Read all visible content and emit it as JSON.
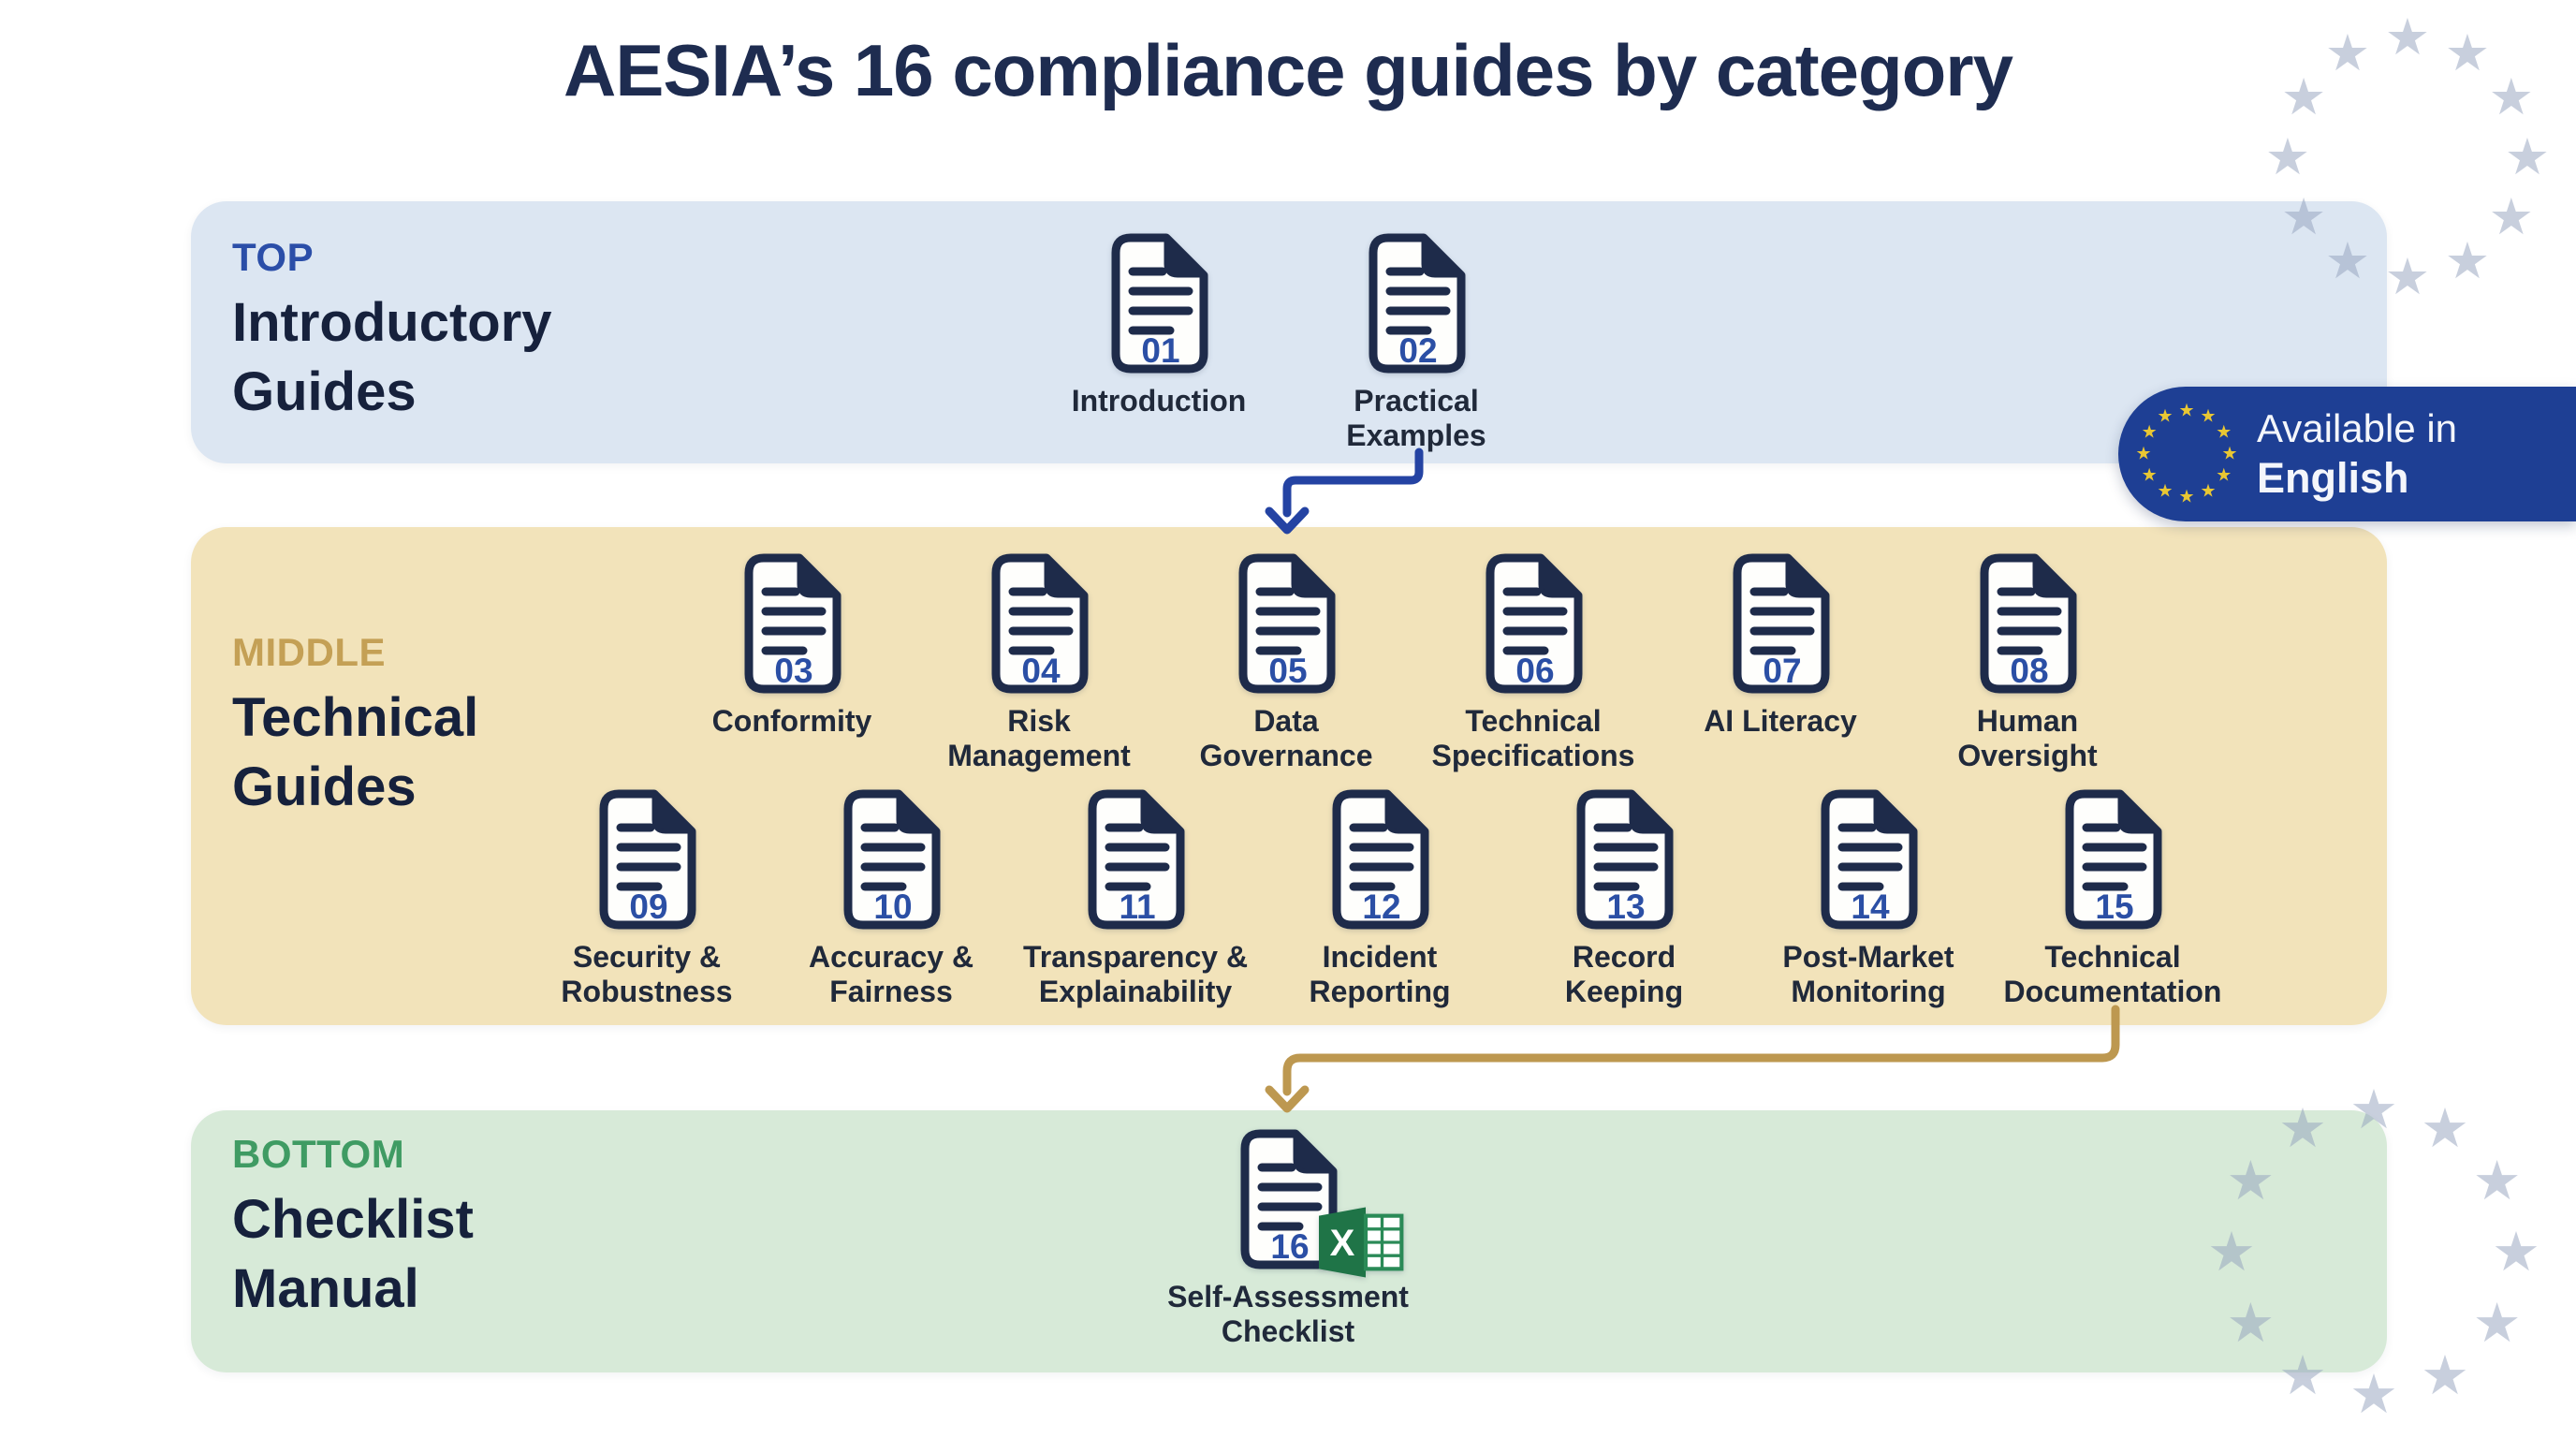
{
  "title": "AESIA’s 16 compliance guides by category",
  "badge": {
    "line1": "Available in",
    "line2": "English",
    "bg_color": "#1e3f94",
    "star_color": "#e9c733",
    "icon": "eu-stars-icon"
  },
  "watermark": {
    "icon": "eu-stars-watermark",
    "star_color": "rgba(145,160,188,0.5)"
  },
  "connectors": {
    "top_to_middle_color": "#2443a3",
    "middle_to_bottom_color": "#bd9850"
  },
  "doc_icon": {
    "icon": "document-icon",
    "outline_color": "#1e2b4a",
    "number_color": "#2b4fa5"
  },
  "sections": {
    "top": {
      "label": "TOP",
      "label_color": "#2b4ea8",
      "bg_color": "#dce6f2",
      "title_lines": [
        "Introductory",
        "Guides"
      ],
      "guides": [
        {
          "num": "01",
          "label_lines": [
            "Introduction"
          ]
        },
        {
          "num": "02",
          "label_lines": [
            "Practical",
            "Examples"
          ]
        }
      ]
    },
    "middle": {
      "label": "MIDDLE",
      "label_color": "#c4a055",
      "bg_color": "#f2e3ba",
      "title_lines": [
        "Technical",
        "Guides"
      ],
      "row1": [
        {
          "num": "03",
          "label_lines": [
            "Conformity"
          ]
        },
        {
          "num": "04",
          "label_lines": [
            "Risk",
            "Management"
          ]
        },
        {
          "num": "05",
          "label_lines": [
            "Data",
            "Governance"
          ]
        },
        {
          "num": "06",
          "label_lines": [
            "Technical",
            "Specifications"
          ]
        },
        {
          "num": "07",
          "label_lines": [
            "AI Literacy"
          ]
        },
        {
          "num": "08",
          "label_lines": [
            "Human",
            "Oversight"
          ]
        }
      ],
      "row2": [
        {
          "num": "09",
          "label_lines": [
            "Security &",
            "Robustness"
          ]
        },
        {
          "num": "10",
          "label_lines": [
            "Accuracy &",
            "Fairness"
          ]
        },
        {
          "num": "11",
          "label_lines": [
            "Transparency &",
            "Explainability"
          ]
        },
        {
          "num": "12",
          "label_lines": [
            "Incident",
            "Reporting"
          ]
        },
        {
          "num": "13",
          "label_lines": [
            "Record",
            "Keeping"
          ]
        },
        {
          "num": "14",
          "label_lines": [
            "Post-Market",
            "Monitoring"
          ]
        },
        {
          "num": "15",
          "label_lines": [
            "Technical",
            "Documentation"
          ]
        }
      ]
    },
    "bottom": {
      "label": "BOTTOM",
      "label_color": "#3f9b63",
      "bg_color": "#d7ead8",
      "title_lines": [
        "Checklist",
        "Manual"
      ],
      "guides": [
        {
          "num": "16",
          "label_lines": [
            "Self-Assessment",
            "Checklist"
          ],
          "file_icon": "excel-icon",
          "excel_letter": "X"
        }
      ]
    }
  }
}
